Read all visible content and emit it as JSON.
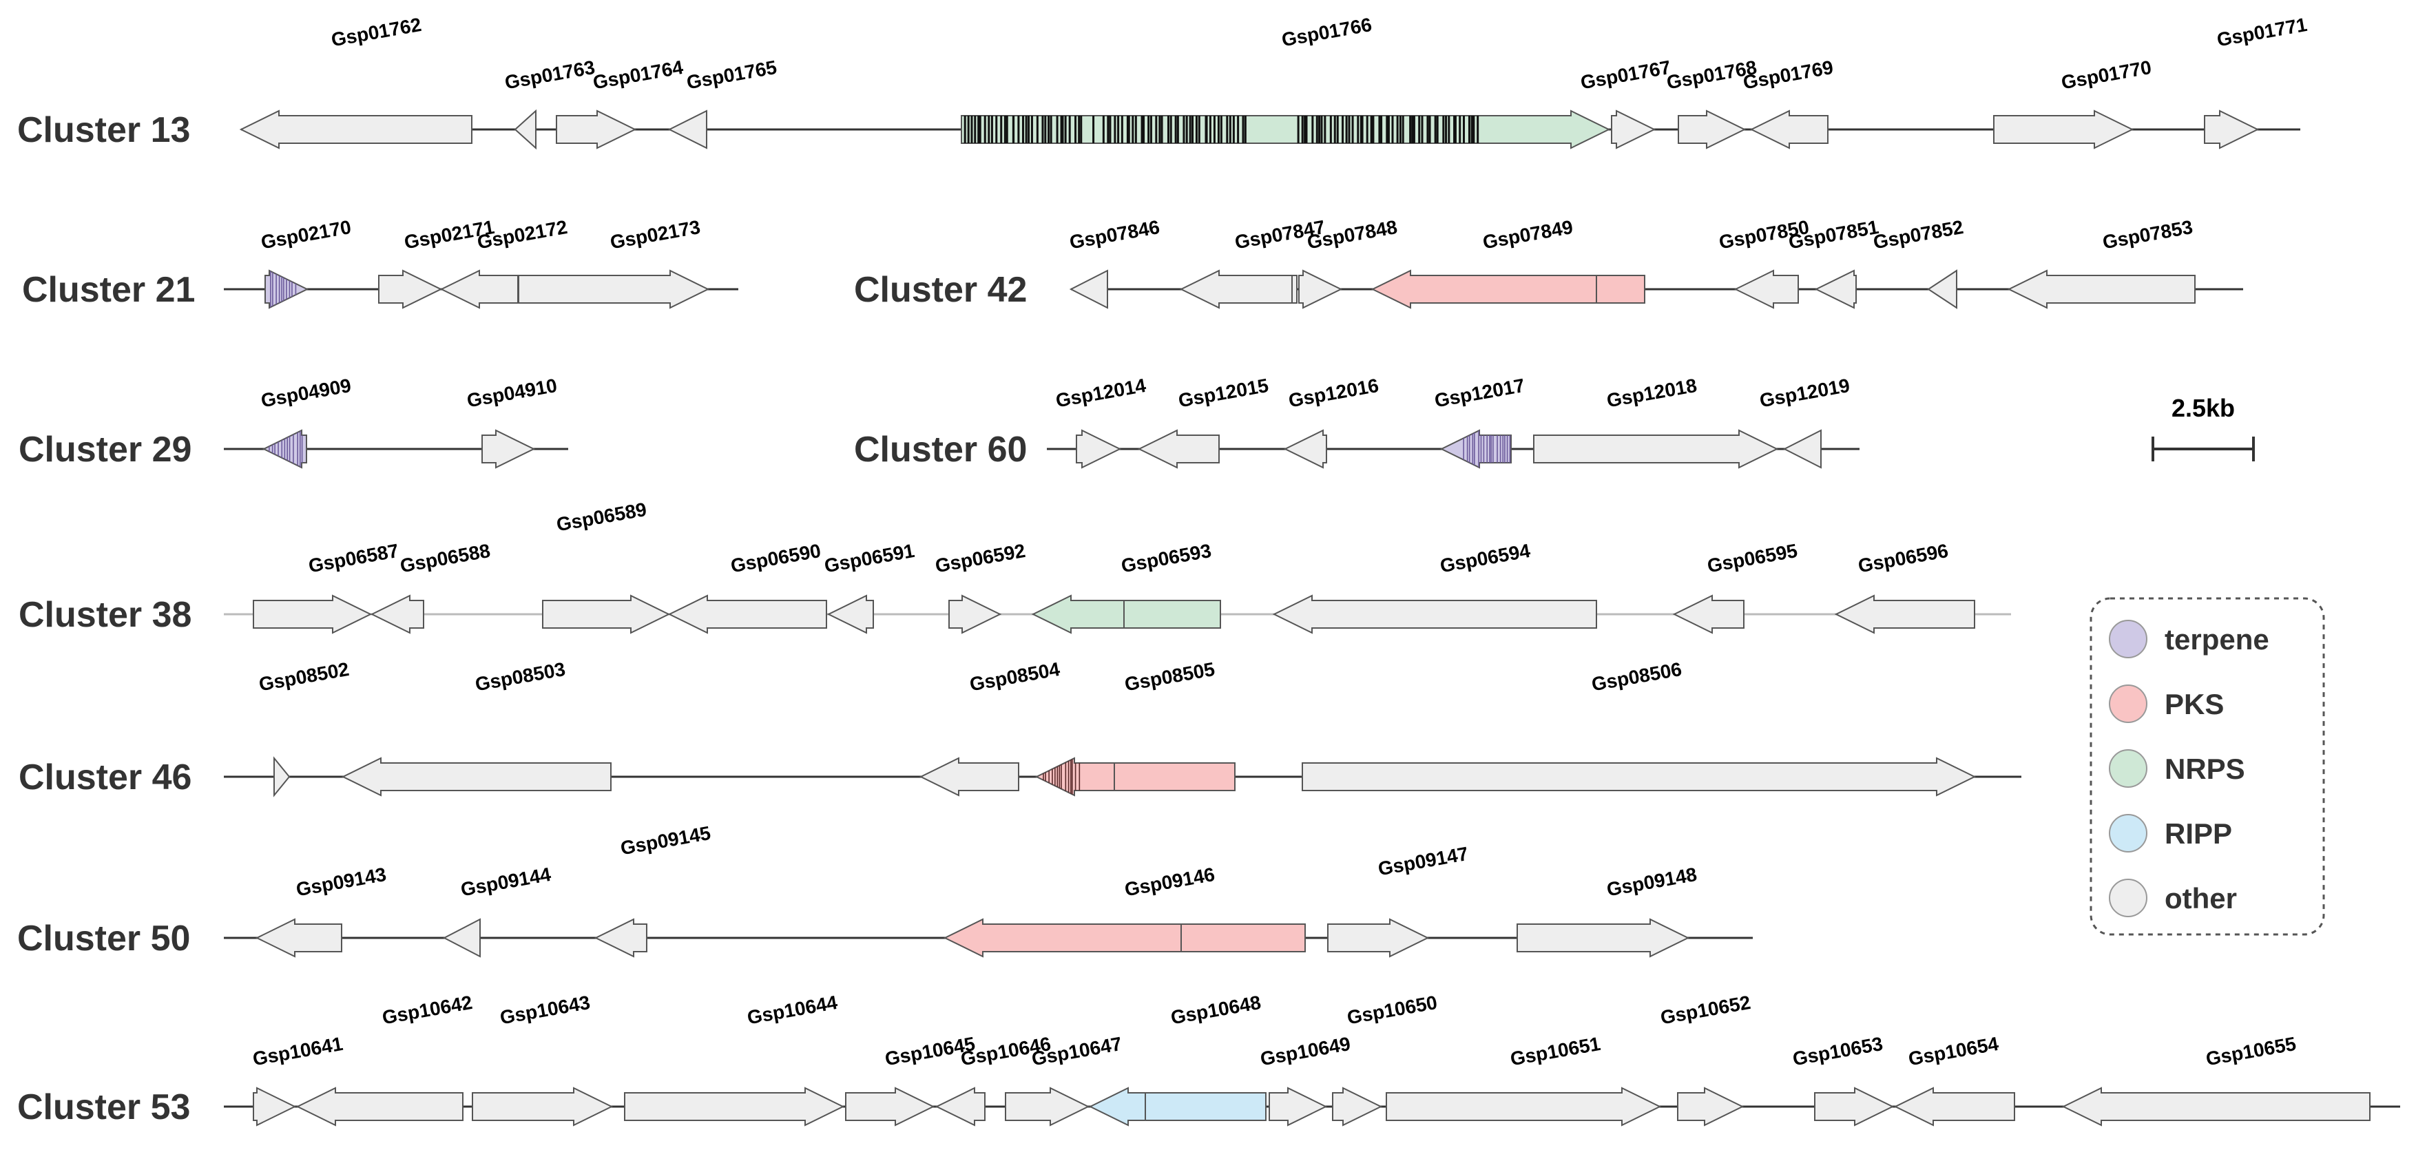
{
  "colors": {
    "terpene": "#cfc9e6",
    "PKS": "#f9c4c4",
    "NRPS": "#cfe8d6",
    "RIPP": "#cde9f7",
    "other": "#eeeeee",
    "stroke": "#555555",
    "line": "#333333"
  },
  "scale_bar": {
    "label": "2.5kb"
  },
  "legend": [
    {
      "label": "terpene",
      "type": "terpene"
    },
    {
      "label": "PKS",
      "type": "PKS"
    },
    {
      "label": "NRPS",
      "type": "NRPS"
    },
    {
      "label": "RIPP",
      "type": "RIPP"
    },
    {
      "label": "other",
      "type": "other"
    }
  ],
  "clusters": [
    {
      "name": "Cluster 13",
      "genes": [
        {
          "id": "Gsp01762",
          "type": "other",
          "strand": "-"
        },
        {
          "id": "Gsp01763",
          "type": "other",
          "strand": "-"
        },
        {
          "id": "Gsp01764",
          "type": "other",
          "strand": "+"
        },
        {
          "id": "Gsp01765",
          "type": "other",
          "strand": "-"
        },
        {
          "id": "Gsp01766",
          "type": "NRPS",
          "strand": "+"
        },
        {
          "id": "Gsp01767",
          "type": "other",
          "strand": "+"
        },
        {
          "id": "Gsp01768",
          "type": "other",
          "strand": "+"
        },
        {
          "id": "Gsp01769",
          "type": "other",
          "strand": "-"
        },
        {
          "id": "Gsp01770",
          "type": "other",
          "strand": "+"
        },
        {
          "id": "Gsp01771",
          "type": "other",
          "strand": "+"
        }
      ]
    },
    {
      "name": "Cluster 21",
      "genes": [
        {
          "id": "Gsp02170",
          "type": "terpene",
          "strand": "+"
        },
        {
          "id": "Gsp02171",
          "type": "other",
          "strand": "+"
        },
        {
          "id": "Gsp02172",
          "type": "other",
          "strand": "-"
        },
        {
          "id": "Gsp02173",
          "type": "other",
          "strand": "+"
        }
      ]
    },
    {
      "name": "Cluster 42",
      "genes": [
        {
          "id": "Gsp07846",
          "type": "other",
          "strand": "-"
        },
        {
          "id": "Gsp07847",
          "type": "other",
          "strand": "-"
        },
        {
          "id": "Gsp07848",
          "type": "other",
          "strand": "+"
        },
        {
          "id": "Gsp07849",
          "type": "PKS",
          "strand": "-"
        },
        {
          "id": "Gsp07850",
          "type": "other",
          "strand": "-"
        },
        {
          "id": "Gsp07851",
          "type": "other",
          "strand": "-"
        },
        {
          "id": "Gsp07852",
          "type": "other",
          "strand": "-"
        },
        {
          "id": "Gsp07853",
          "type": "other",
          "strand": "-"
        }
      ]
    },
    {
      "name": "Cluster 29",
      "genes": [
        {
          "id": "Gsp04909",
          "type": "terpene",
          "strand": "-"
        },
        {
          "id": "Gsp04910",
          "type": "other",
          "strand": "+"
        }
      ]
    },
    {
      "name": "Cluster 60",
      "genes": [
        {
          "id": "Gsp12014",
          "type": "other",
          "strand": "+"
        },
        {
          "id": "Gsp12015",
          "type": "other",
          "strand": "-"
        },
        {
          "id": "Gsp12016",
          "type": "other",
          "strand": "-"
        },
        {
          "id": "Gsp12017",
          "type": "terpene",
          "strand": "-"
        },
        {
          "id": "Gsp12018",
          "type": "other",
          "strand": "+"
        },
        {
          "id": "Gsp12019",
          "type": "other",
          "strand": "-"
        }
      ]
    },
    {
      "name": "Cluster 38",
      "genes": [
        {
          "id": "Gsp06587",
          "type": "other",
          "strand": "+"
        },
        {
          "id": "Gsp06588",
          "type": "other",
          "strand": "-"
        },
        {
          "id": "Gsp06589",
          "type": "other",
          "strand": "+"
        },
        {
          "id": "Gsp06590",
          "type": "other",
          "strand": "-"
        },
        {
          "id": "Gsp06591",
          "type": "other",
          "strand": "-"
        },
        {
          "id": "Gsp06592",
          "type": "other",
          "strand": "+"
        },
        {
          "id": "Gsp06593",
          "type": "NRPS",
          "strand": "-"
        },
        {
          "id": "Gsp06594",
          "type": "other",
          "strand": "-"
        },
        {
          "id": "Gsp06595",
          "type": "other",
          "strand": "-"
        },
        {
          "id": "Gsp06596",
          "type": "other",
          "strand": "-"
        }
      ]
    },
    {
      "name": "Cluster 46",
      "genes": [
        {
          "id": "Gsp08502",
          "type": "other",
          "strand": "+"
        },
        {
          "id": "Gsp08503",
          "type": "other",
          "strand": "-"
        },
        {
          "id": "Gsp08504",
          "type": "other",
          "strand": "-"
        },
        {
          "id": "Gsp08505",
          "type": "PKS",
          "strand": "-"
        },
        {
          "id": "Gsp08506",
          "type": "other",
          "strand": "+"
        }
      ]
    },
    {
      "name": "Cluster 50",
      "genes": [
        {
          "id": "Gsp09143",
          "type": "other",
          "strand": "-"
        },
        {
          "id": "Gsp09144",
          "type": "other",
          "strand": "-"
        },
        {
          "id": "Gsp09145",
          "type": "other",
          "strand": "-"
        },
        {
          "id": "Gsp09146",
          "type": "PKS",
          "strand": "-"
        },
        {
          "id": "Gsp09147",
          "type": "other",
          "strand": "+"
        },
        {
          "id": "Gsp09148",
          "type": "other",
          "strand": "+"
        }
      ]
    },
    {
      "name": "Cluster 53",
      "genes": [
        {
          "id": "Gsp10641",
          "type": "other",
          "strand": "+"
        },
        {
          "id": "Gsp10642",
          "type": "other",
          "strand": "-"
        },
        {
          "id": "Gsp10643",
          "type": "other",
          "strand": "+"
        },
        {
          "id": "Gsp10644",
          "type": "other",
          "strand": "+"
        },
        {
          "id": "Gsp10645",
          "type": "other",
          "strand": "+"
        },
        {
          "id": "Gsp10646",
          "type": "other",
          "strand": "-"
        },
        {
          "id": "Gsp10647",
          "type": "other",
          "strand": "+"
        },
        {
          "id": "Gsp10648",
          "type": "RIPP",
          "strand": "-"
        },
        {
          "id": "Gsp10649",
          "type": "other",
          "strand": "+"
        },
        {
          "id": "Gsp10650",
          "type": "other",
          "strand": "+"
        },
        {
          "id": "Gsp10651",
          "type": "other",
          "strand": "+"
        },
        {
          "id": "Gsp10652",
          "type": "other",
          "strand": "+"
        },
        {
          "id": "Gsp10653",
          "type": "other",
          "strand": "+"
        },
        {
          "id": "Gsp10654",
          "type": "other",
          "strand": "-"
        },
        {
          "id": "Gsp10655",
          "type": "other",
          "strand": "-"
        }
      ]
    }
  ]
}
